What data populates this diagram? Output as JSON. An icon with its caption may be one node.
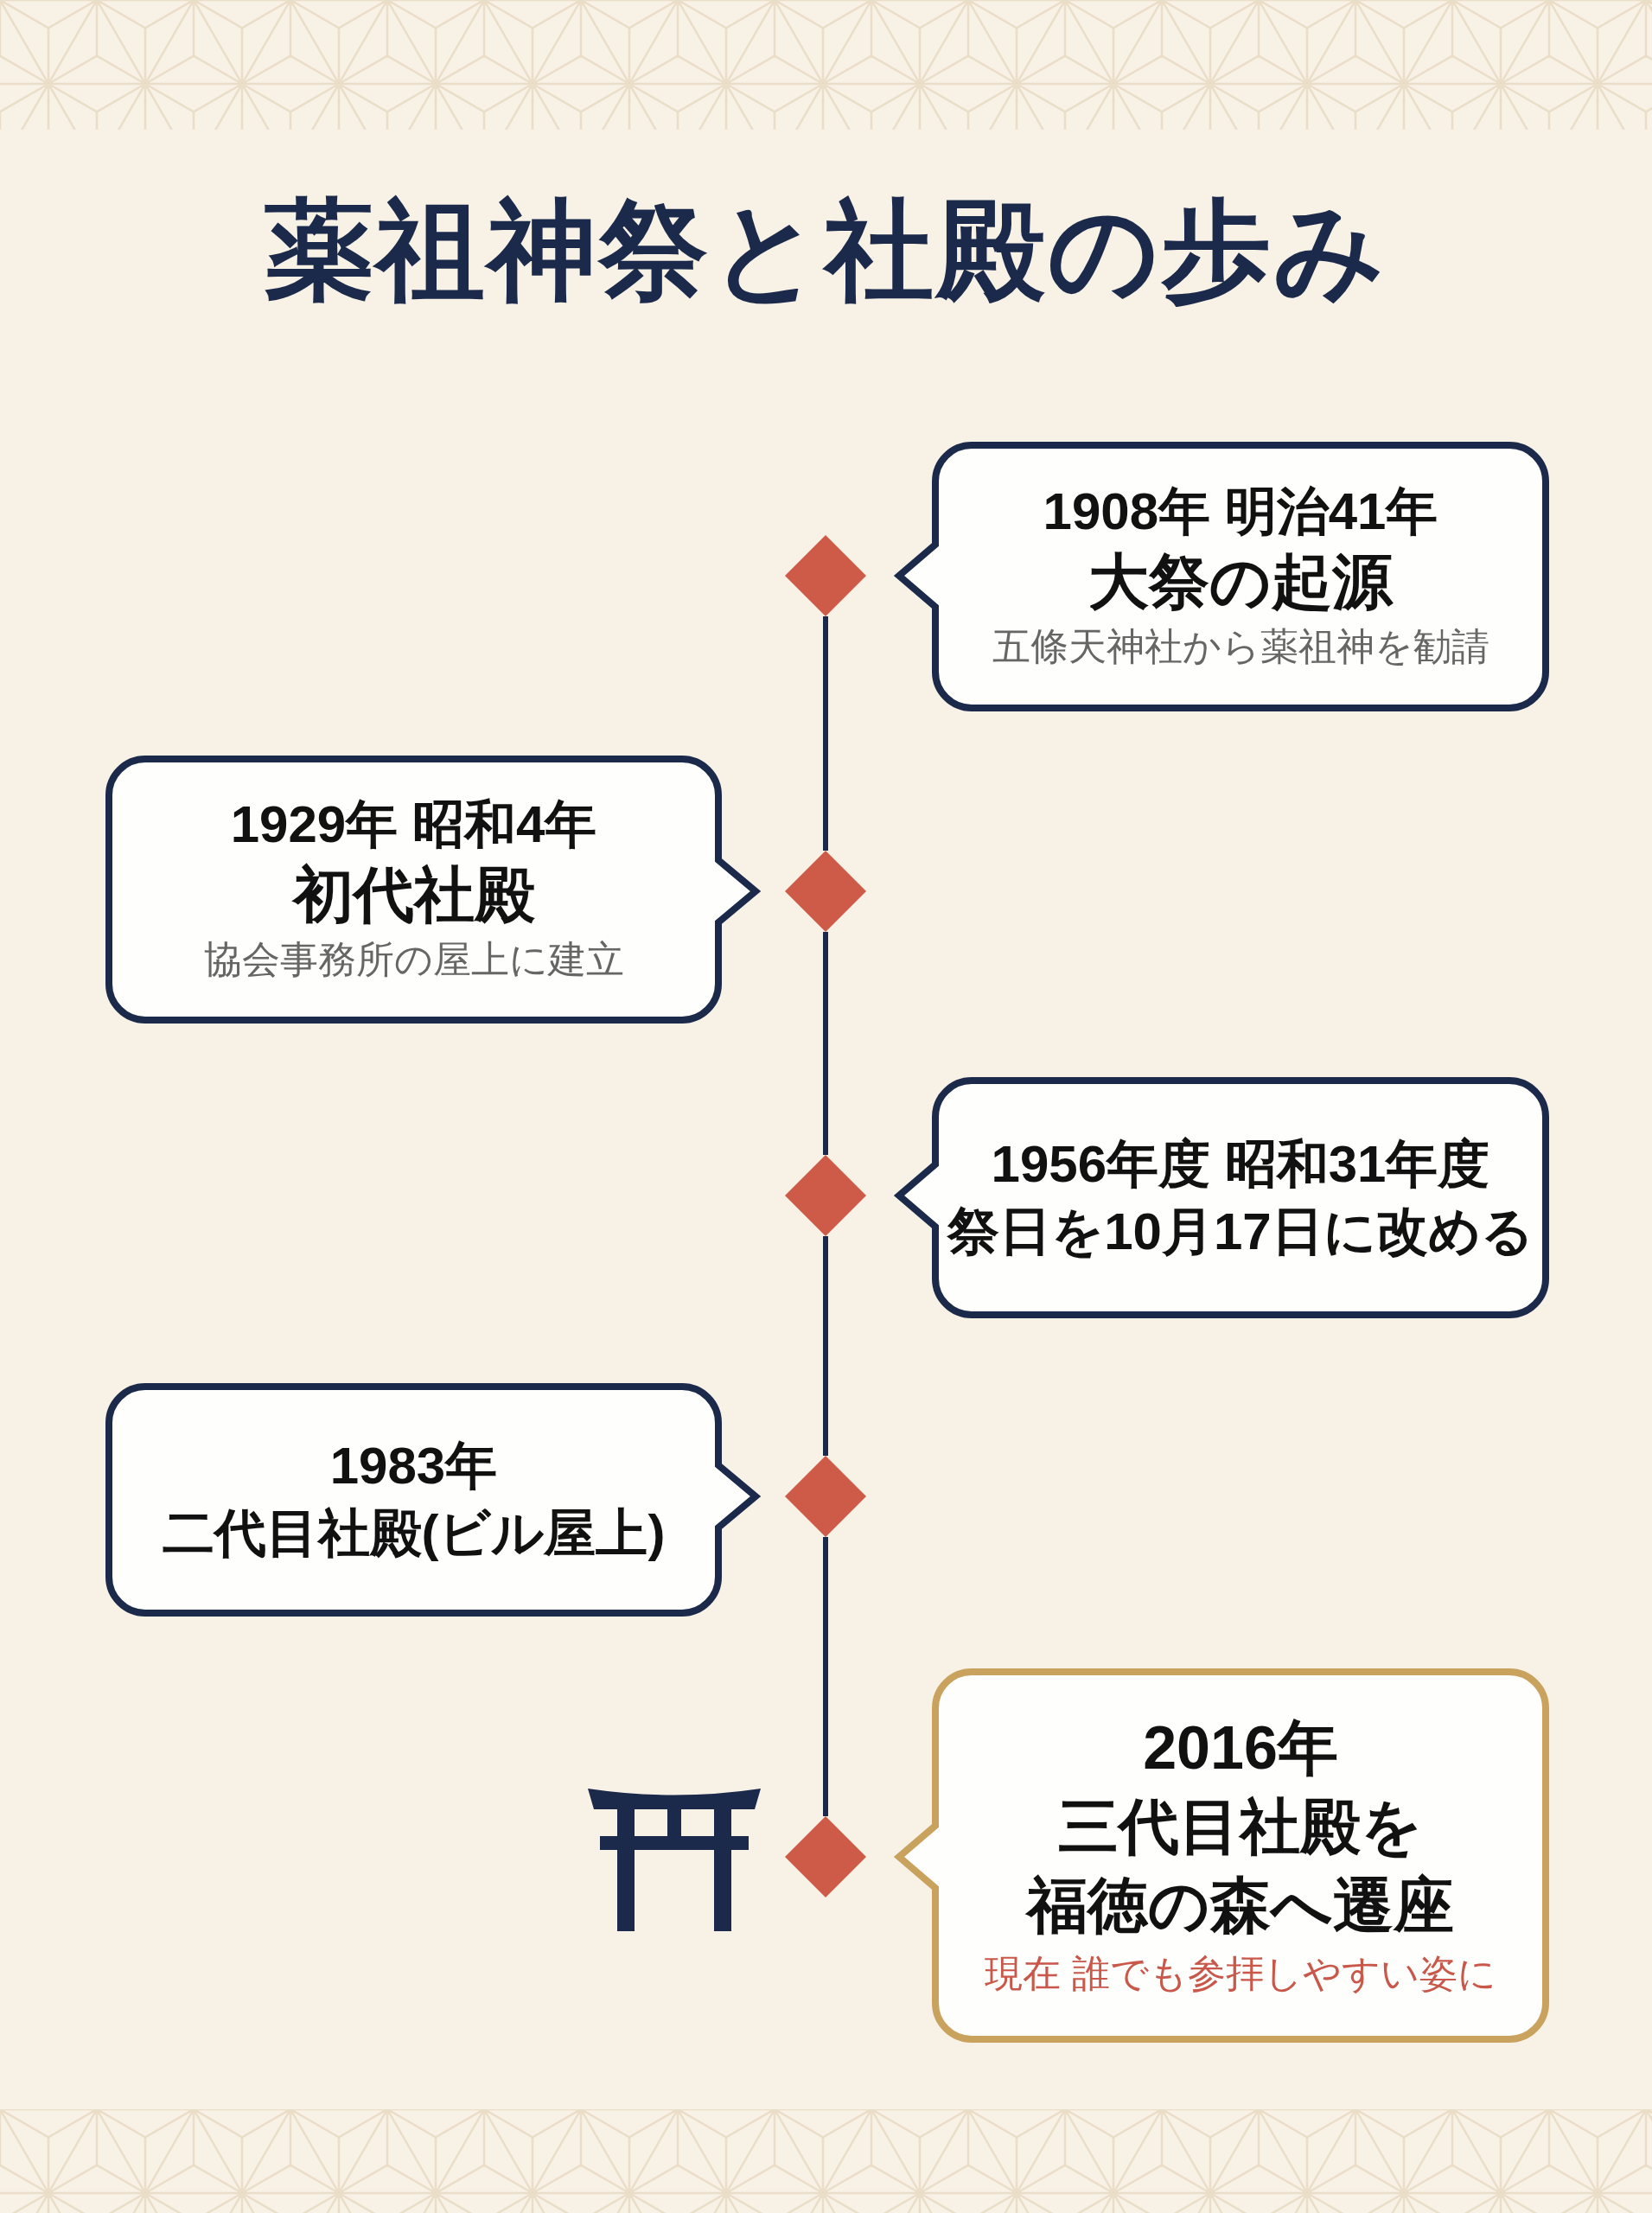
{
  "diagram": {
    "title": "薬祖神祭と社殿の歩み",
    "nodes": [
      {
        "text": [],
        "shape": "diamond"
      },
      {
        "text": [
          "1908年 明治41年",
          "大祭の起源",
          "五條天神社から薬祖神を勧請"
        ]
      },
      {
        "text": [
          "1929年 昭和4年",
          "初代社殿",
          "協会事務所の屋上に建立"
        ]
      },
      {
        "text": [],
        "shape": "diamond"
      },
      {
        "text": [],
        "shape": "diamond"
      },
      {
        "text": [
          "1956年度 昭和31年度",
          "祭日を10月17日に改める"
        ]
      },
      {
        "text": [
          "1983年",
          "二代目社殿(ビル屋上)"
        ]
      },
      {
        "text": [],
        "shape": "diamond"
      },
      {
        "text": [],
        "shape": "diamond"
      },
      {
        "text": [
          "2016年",
          "三代目社殿を福徳の森へ遷座",
          "現在 誰でも参拝しやすい姿に"
        ]
      }
    ],
    "edges": [
      {
        "from": 0,
        "to": 3,
        "arrow": "none"
      },
      {
        "from": 3,
        "to": 4,
        "arrow": "none"
      },
      {
        "from": 4,
        "to": 7,
        "arrow": "none"
      },
      {
        "from": 7,
        "to": 8,
        "arrow": "none"
      }
    ]
  }
}
